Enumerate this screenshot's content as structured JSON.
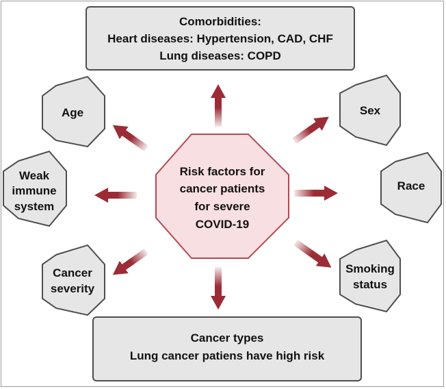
{
  "center": {
    "lines": [
      "Risk factors for",
      "cancer patients",
      "for severe",
      "COVID-19"
    ],
    "fill": "#f8dfe1",
    "stroke": "#b5484f"
  },
  "comorbidities": {
    "lines": [
      "Comorbidities:",
      "Heart diseases: Hypertension, CAD, CHF",
      "Lung diseases: COPD"
    ]
  },
  "cancer_types": {
    "lines": [
      "Cancer types",
      "Lung cancer patiens have high risk"
    ]
  },
  "factors": {
    "age": {
      "lines": [
        "Age"
      ]
    },
    "weak_immune": {
      "lines": [
        "Weak",
        "immune",
        "system"
      ]
    },
    "cancer_severity": {
      "lines": [
        "Cancer",
        "severity"
      ]
    },
    "sex": {
      "lines": [
        "Sex"
      ]
    },
    "race": {
      "lines": [
        "Race"
      ]
    },
    "smoking": {
      "lines": [
        "Smoking",
        "status"
      ]
    }
  },
  "colors": {
    "box_fill": "#e6e6e6",
    "box_stroke": "#4d4d4d",
    "arrow": "#9b2c36"
  }
}
